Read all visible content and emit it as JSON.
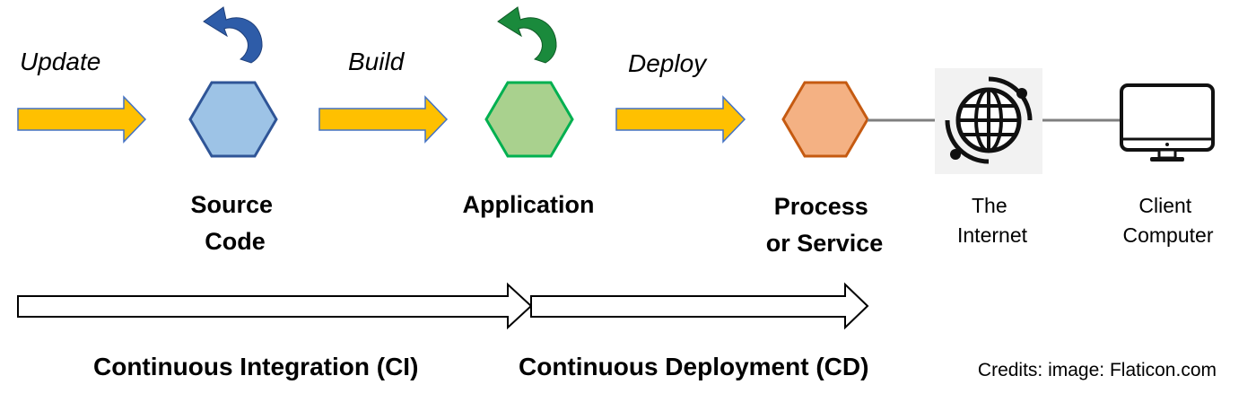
{
  "steps": {
    "update": "Update",
    "build": "Build",
    "deploy": "Deploy"
  },
  "nodes": {
    "source_code": [
      "Source",
      "Code"
    ],
    "application": "Application",
    "process_service": [
      "Process",
      "or Service"
    ],
    "internet": [
      "The",
      "Internet"
    ],
    "client": [
      "Client",
      "Computer"
    ]
  },
  "phases": {
    "ci": "Continuous Integration (CI)",
    "cd": "Continuous Deployment (CD)"
  },
  "credits": "Credits: image: Flaticon.com",
  "icons": {
    "internet": "globe-icon",
    "client": "desktop-computer-icon"
  },
  "colors": {
    "arrow_fill": "#FFC000",
    "arrow_stroke": "#4472C4",
    "source_fill": "#9DC3E6",
    "source_stroke": "#2F5597",
    "app_fill": "#A9D18E",
    "app_stroke": "#00B050",
    "process_fill": "#F4B183",
    "process_stroke": "#C55A11",
    "curl_blue": "#2E5CA8",
    "curl_green": "#1A8A3C",
    "connector": "#7F7F7F"
  }
}
